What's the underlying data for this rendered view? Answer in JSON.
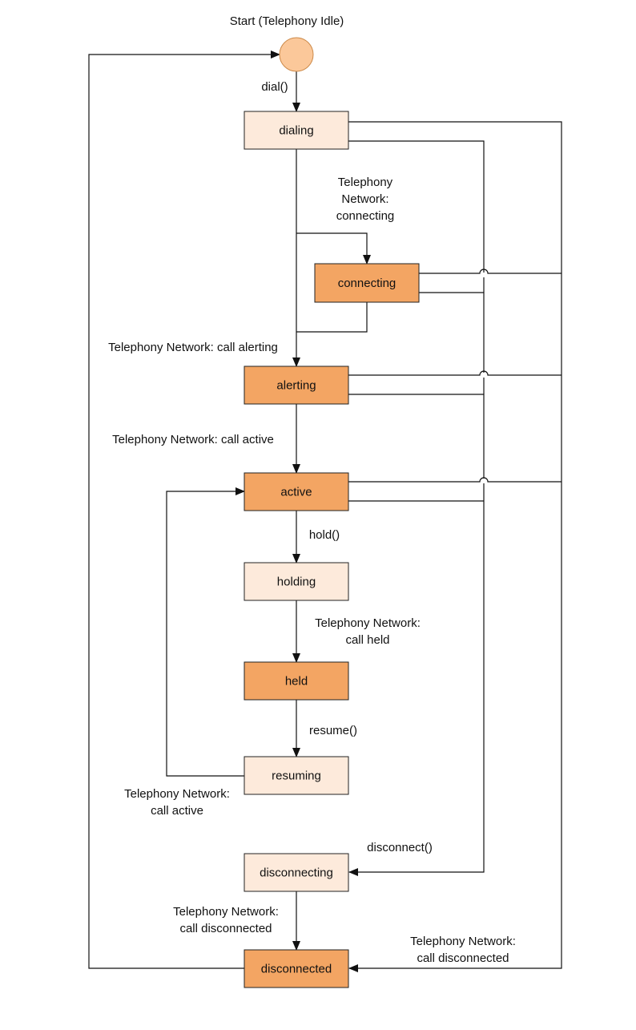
{
  "colors": {
    "light_state": "#fdeadb",
    "dark_state": "#f3a563",
    "start_fill": "#fbc89a",
    "start_stroke": "#cc8a4a",
    "line": "#111111"
  },
  "start": {
    "label": "Start (Telephony Idle)"
  },
  "states": [
    {
      "id": "dialing",
      "label": "dialing",
      "style": "light"
    },
    {
      "id": "connecting",
      "label": "connecting",
      "style": "dark"
    },
    {
      "id": "alerting",
      "label": "alerting",
      "style": "dark"
    },
    {
      "id": "active",
      "label": "active",
      "style": "dark"
    },
    {
      "id": "holding",
      "label": "holding",
      "style": "light"
    },
    {
      "id": "held",
      "label": "held",
      "style": "dark"
    },
    {
      "id": "resuming",
      "label": "resuming",
      "style": "light"
    },
    {
      "id": "disconnecting",
      "label": "disconnecting",
      "style": "light"
    },
    {
      "id": "disconnected",
      "label": "disconnected",
      "style": "dark"
    }
  ],
  "transitions": [
    {
      "id": "dial",
      "lines": [
        "dial()"
      ]
    },
    {
      "id": "net-connecting",
      "lines": [
        "Telephony",
        "Network:",
        "connecting"
      ]
    },
    {
      "id": "net-alerting",
      "lines": [
        "Telephony Network: call alerting"
      ]
    },
    {
      "id": "net-active",
      "lines": [
        "Telephony Network: call active"
      ]
    },
    {
      "id": "hold",
      "lines": [
        "hold()"
      ]
    },
    {
      "id": "net-held",
      "lines": [
        "Telephony Network:",
        "call held"
      ]
    },
    {
      "id": "resume",
      "lines": [
        "resume()"
      ]
    },
    {
      "id": "net-resumed",
      "lines": [
        "Telephony Network:",
        "call active"
      ]
    },
    {
      "id": "disconnect",
      "lines": [
        "disconnect()"
      ]
    },
    {
      "id": "net-disconnected-left",
      "lines": [
        "Telephony Network:",
        "call disconnected"
      ]
    },
    {
      "id": "net-disconnected-right",
      "lines": [
        "Telephony Network:",
        "call disconnected"
      ]
    }
  ]
}
